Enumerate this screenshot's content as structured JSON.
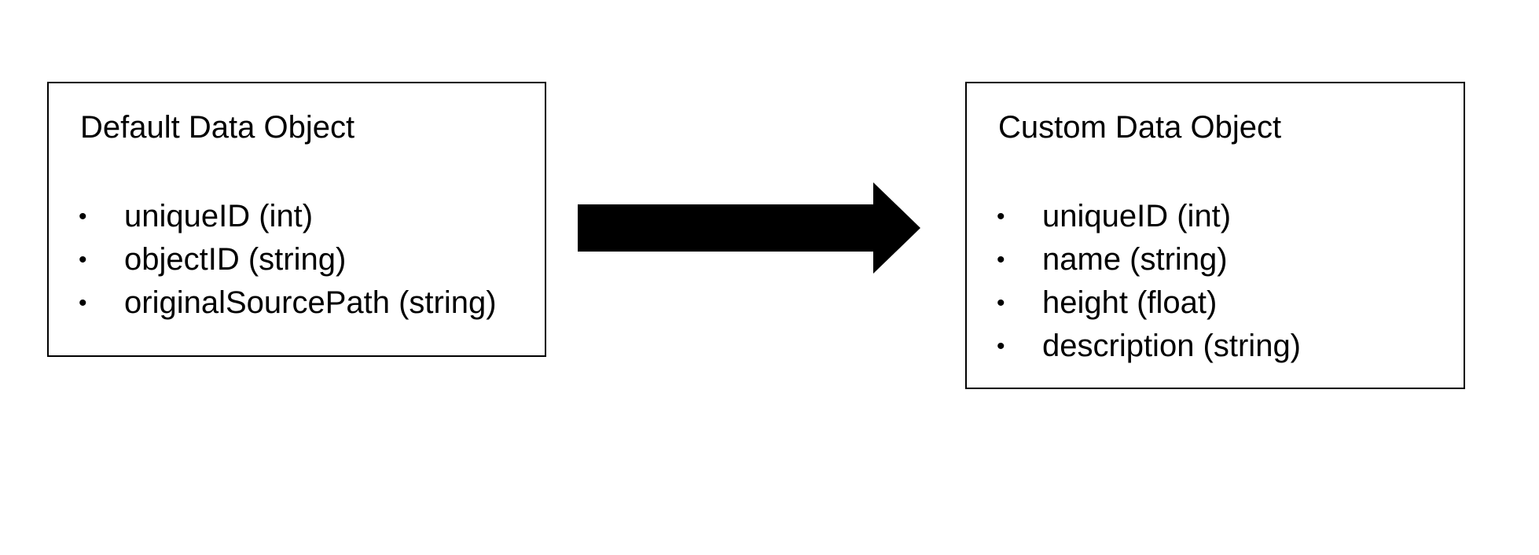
{
  "diagram": {
    "source": {
      "title": "Default Data Object",
      "fields": [
        "uniqueID (int)",
        "objectID (string)",
        "originalSourcePath (string)"
      ]
    },
    "arrow": {
      "icon": "right-arrow-icon",
      "color": "#000000"
    },
    "target": {
      "title": "Custom Data Object",
      "fields": [
        "uniqueID (int)",
        "name (string)",
        "height (float)",
        "description (string)"
      ]
    }
  }
}
